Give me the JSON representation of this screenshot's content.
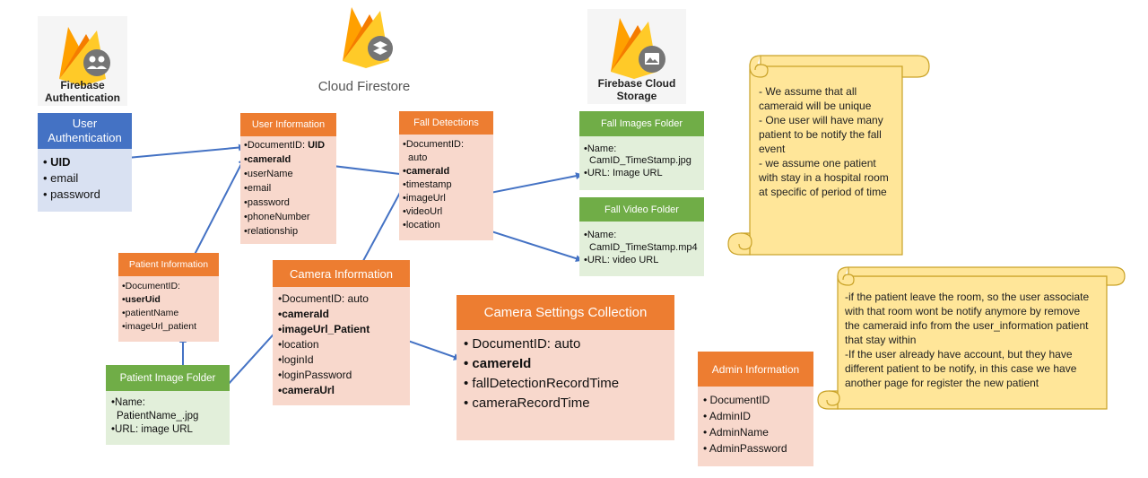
{
  "logos": {
    "auth_caption": [
      "Firebase",
      "Authentication"
    ],
    "firestore_caption": "Cloud Firestore",
    "storage_caption": [
      "Firebase Cloud",
      "Storage"
    ]
  },
  "user_auth": {
    "title": "User Authentication",
    "items": [
      "UID",
      "email",
      "password"
    ]
  },
  "user_info": {
    "title": "User Information",
    "items": [
      "•DocumentID: UID",
      "•cameraId",
      "•userName",
      "•email",
      "•password",
      "•phoneNumber",
      "•relationship"
    ]
  },
  "fall_detections": {
    "title": "Fall Detections",
    "items": [
      "•DocumentID:",
      "auto",
      "•cameraId",
      "•timestamp",
      "•imageUrl",
      "•videoUrl",
      "•location"
    ]
  },
  "fall_images": {
    "title": "Fall Images Folder",
    "items": [
      "•Name:",
      "CamID_TimeStamp.jpg",
      "•URL: Image URL"
    ]
  },
  "fall_video": {
    "title": "Fall Video Folder",
    "items": [
      "•Name:",
      "CamID_TimeStamp.mp4",
      "•URL: video URL"
    ]
  },
  "patient_info": {
    "title": "Patient Information",
    "items": [
      "•DocumentID:",
      "•userUid",
      "•patientName",
      "•imageUrl_patient"
    ]
  },
  "camera_info": {
    "title": "Camera Information",
    "items": [
      "•DocumentID: auto",
      "•cameraId",
      "•imageUrl_Patient",
      "•location",
      "•loginId",
      "•loginPassword",
      "•cameraUrl"
    ]
  },
  "patient_image": {
    "title": "Patient Image Folder",
    "items": [
      "•Name:",
      "PatientName_.jpg",
      "•URL: image URL"
    ]
  },
  "camera_settings": {
    "title": "Camera Settings Collection",
    "items": [
      "DocumentID: auto",
      "camereId",
      "fallDetectionRecordTime",
      "cameraRecordTime"
    ]
  },
  "admin_info": {
    "title": "Admin Information",
    "items": [
      "DocumentID",
      "AdminID",
      "AdminName",
      "AdminPassword"
    ]
  },
  "note1": {
    "lines": [
      "- We assume that all",
      "cameraid will be unique",
      "- One user will have many",
      "patient to be notify the fall",
      "event",
      "- we assume one patient",
      "with stay in a hospital room",
      "at specific of period of time"
    ]
  },
  "note2": {
    "lines": [
      "-if the patient leave the room, so the user associate",
      "with that room wont be notify anymore by remove",
      "the cameraid info from the user_information patient",
      "that stay within",
      "-If the user already have account, but they have",
      "different patient to be notify, in this case we have",
      "another page for register the new patient"
    ]
  },
  "colors": {
    "orange": "#ed7d31",
    "orange_light": "#f8d8cc",
    "green": "#70ad47",
    "green_light": "#e2efda",
    "blue": "#4472c4",
    "blue_light": "#d9e1f2",
    "scroll": "#ffe699",
    "arrow": "#4472c4",
    "firebase_yellow": "#ffca28",
    "firebase_orange": "#f57c00"
  }
}
